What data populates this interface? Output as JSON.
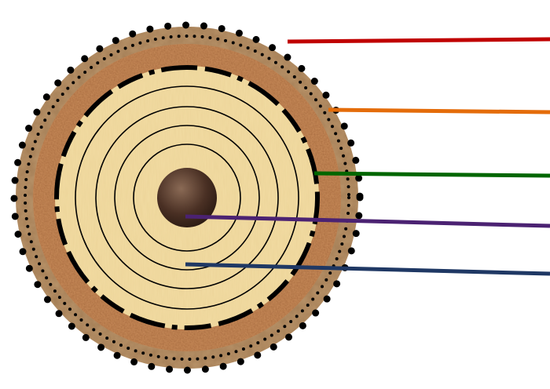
{
  "diagram": {
    "subject": "tree-trunk-cross-section",
    "labels": []
  },
  "colors": {
    "background": "#ffffff",
    "bark_outer": "#b9946a",
    "bark_inner": "#c98c5a",
    "wood": "#f2dca3",
    "pith": "#4a3024",
    "ring_lines": "#000000",
    "dots": "#000000"
  },
  "leader_lines": [
    {
      "target": "outer-bark",
      "color": "#c00000"
    },
    {
      "target": "inner-bark",
      "color": "#e46c0a"
    },
    {
      "target": "cambium",
      "color": "#006600"
    },
    {
      "target": "pith",
      "color": "#4b2272"
    },
    {
      "target": "xylem",
      "color": "#1f3864"
    }
  ]
}
